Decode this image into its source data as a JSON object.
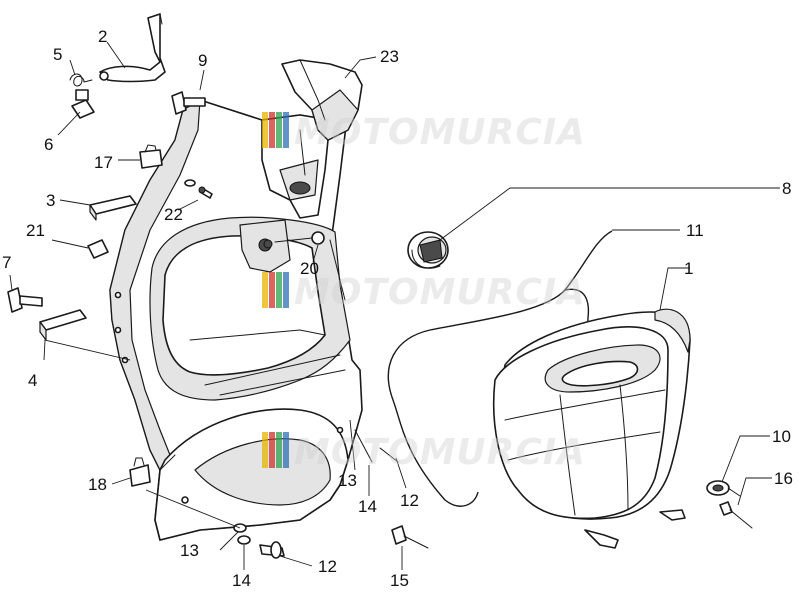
{
  "watermark": {
    "text": "MOTOMURCIA",
    "colors": [
      "#e6b400",
      "#d0312d",
      "#2ea04f",
      "#2f6fb5"
    ]
  },
  "callouts": {
    "c23": "23",
    "c2": "2",
    "c5": "5",
    "c9": "9",
    "c6": "6",
    "c17": "17",
    "c3": "3",
    "c22": "22",
    "c8": "8",
    "c21": "21",
    "c11": "11",
    "c1": "1",
    "c20": "20",
    "c7": "7",
    "c4": "4",
    "c10": "10",
    "c16": "16",
    "c18": "18",
    "c13a": "13",
    "c14a": "14",
    "c12a": "12",
    "c13b": "13",
    "c14b": "14",
    "c12b": "12",
    "c15": "15"
  }
}
